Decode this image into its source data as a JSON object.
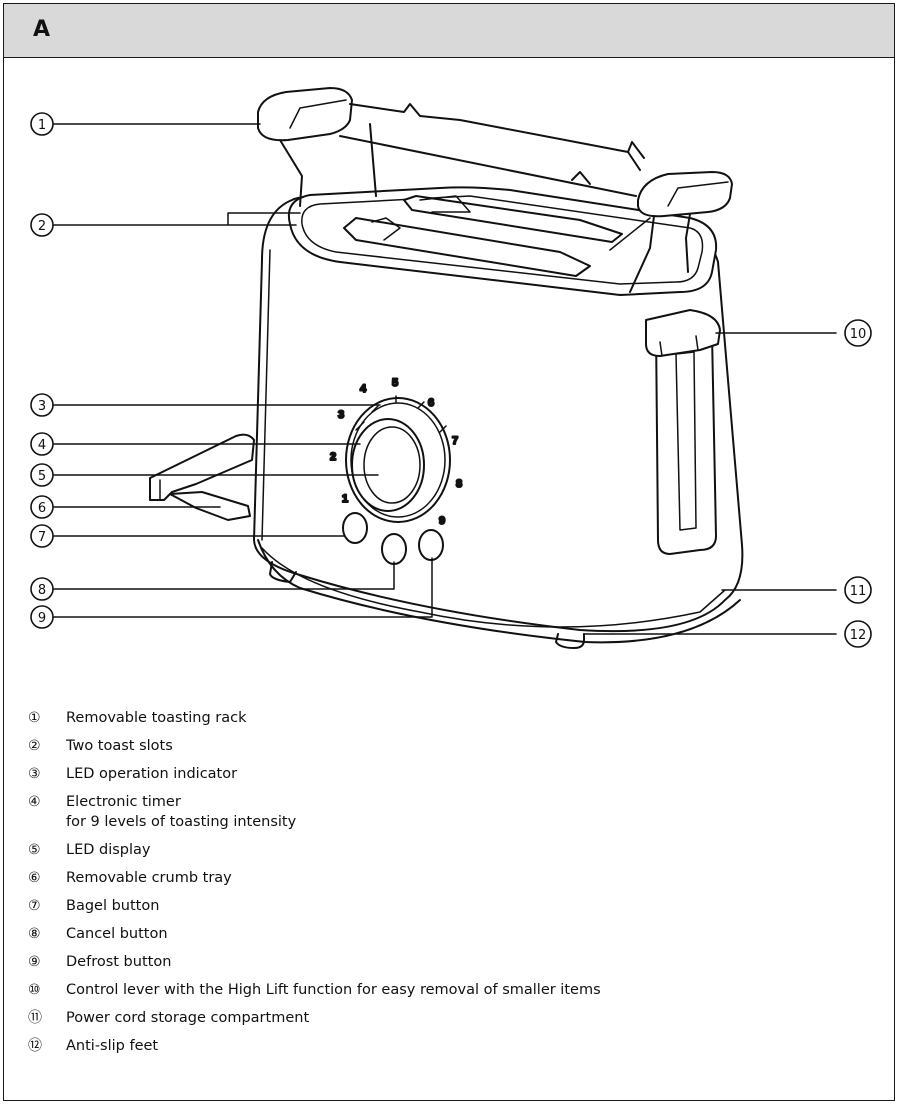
{
  "header": {
    "title": "A"
  },
  "callouts": [
    "1",
    "2",
    "3",
    "4",
    "5",
    "6",
    "7",
    "8",
    "9",
    "10",
    "11",
    "12"
  ],
  "dial_numbers": [
    "1",
    "2",
    "3",
    "4",
    "5",
    "6",
    "7",
    "8",
    "9"
  ],
  "legend": [
    {
      "num": "①",
      "text": "Removable toasting rack"
    },
    {
      "num": "②",
      "text": "Two toast slots"
    },
    {
      "num": "③",
      "text": "LED operation indicator"
    },
    {
      "num": "④",
      "text": "Electronic timer",
      "text2": "for 9 levels of toasting intensity"
    },
    {
      "num": "⑤",
      "text": "LED display"
    },
    {
      "num": "⑥",
      "text": "Removable crumb tray"
    },
    {
      "num": "⑦",
      "text": "Bagel button"
    },
    {
      "num": "⑧",
      "text": "Cancel button"
    },
    {
      "num": "⑨",
      "text": "Defrost button"
    },
    {
      "num": "⑩",
      "text": "Control lever with the High Lift function for easy removal of smaller items"
    },
    {
      "num": "⑪",
      "text": "Power cord storage compartment"
    },
    {
      "num": "⑫",
      "text": "Anti-slip feet"
    }
  ]
}
